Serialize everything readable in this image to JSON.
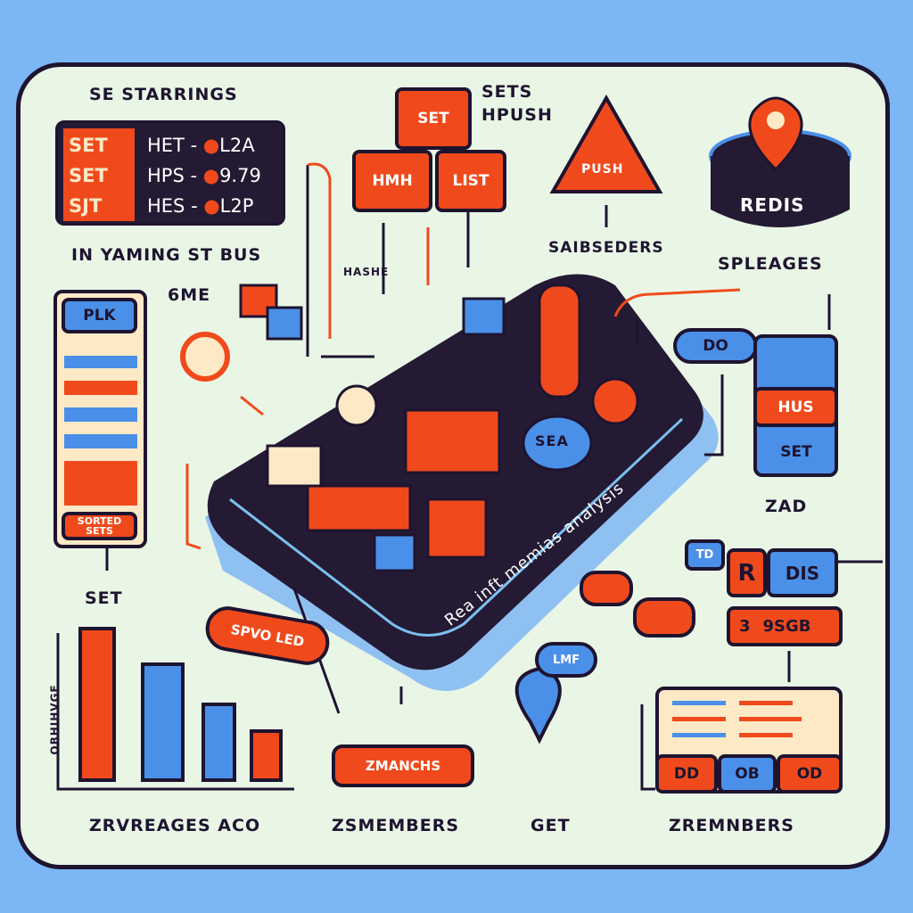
{
  "colors": {
    "background": "#7db6f4",
    "panel": "#e9f6e6",
    "accent_red": "#f04a1c",
    "accent_blue": "#4a90e8",
    "dark": "#241a33"
  },
  "top_left": {
    "title": "SE STARRINGS",
    "rows": [
      {
        "key": "SET",
        "cmd": "HET -",
        "val": "L2A"
      },
      {
        "key": "SET",
        "cmd": "HPS -",
        "val": "9.79"
      },
      {
        "key": "SJT",
        "cmd": "HES -",
        "val": "L2P"
      }
    ],
    "subtitle": "IN YAMING ST BUS"
  },
  "hash_boxes": {
    "title": "SETS HPUSH",
    "set": "SET",
    "hmh": "HMH",
    "list": "LIST",
    "hashe": "HASHE"
  },
  "push": {
    "label": "PUSH",
    "caption": "SAIBSEDERS"
  },
  "redis_db": {
    "label": "REDIS",
    "caption": "SPLEAGES"
  },
  "left_list": {
    "header": "PLK",
    "footer": "SORTED SETS",
    "caption": "SET",
    "gme": "6ME"
  },
  "platform": {
    "caption": "Rea inft memias analysis",
    "sea": "SEA"
  },
  "right_stack": {
    "tag": "DO",
    "hus": "HUS",
    "set": "SET"
  },
  "right_redis": {
    "caption": "ZAD",
    "tag": "TD",
    "r": "R",
    "dis": "DIS",
    "num_prefix": "3",
    "num": "9SGB"
  },
  "bottom": {
    "chart_side": "OBHIHVGE",
    "chart_caption": "ZRVREAGES ACO",
    "spvo": "SPVO LED",
    "zmanchs": "ZMANCHS",
    "zsmembers": "ZSMEMBERS",
    "get": "GET",
    "table_cells": [
      "DD",
      "OB",
      "OD"
    ],
    "zremnbers": "ZREMNBERS",
    "lmf": "LMF"
  }
}
